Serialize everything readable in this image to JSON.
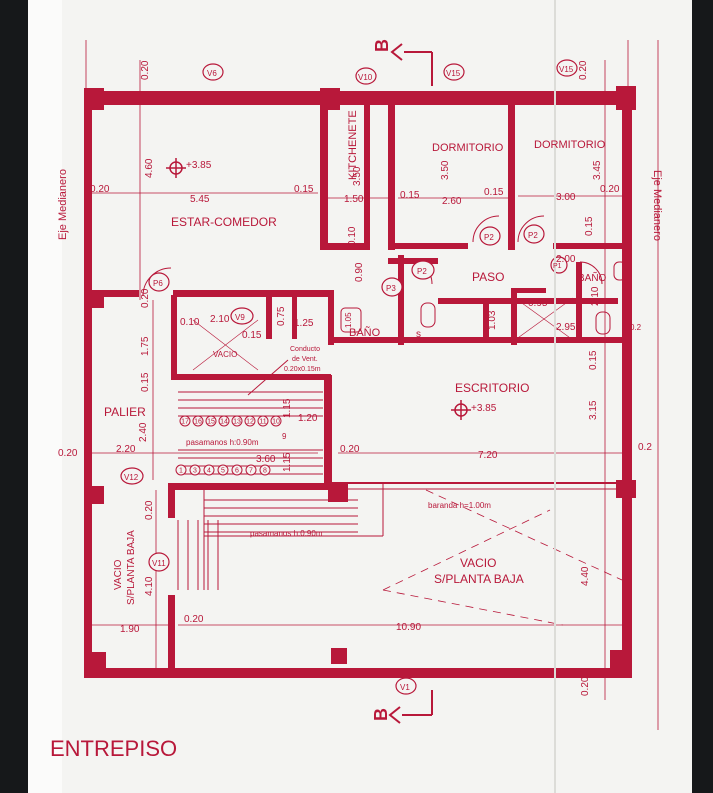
{
  "title": "ENTREPISO",
  "colors": {
    "ink": "#b8183a",
    "paper": "#f4f4f2",
    "frame": "#16181a"
  },
  "axis_labels": {
    "left": "Eje Medianero",
    "right": "Eje Medianero"
  },
  "section_marker": {
    "letter": "B"
  },
  "column_tags": {
    "v6": "V6",
    "v10": "V10",
    "v15": "V15",
    "v15b": "V15",
    "v9": "V9",
    "v12": "V12",
    "v11": "V11",
    "v1": "V1"
  },
  "door_tags": {
    "p6": "P6",
    "p3": "P3",
    "p2a": "P2",
    "p2b": "P2",
    "p2c": "P2",
    "p1": "P1"
  },
  "rooms": {
    "estar": "ESTAR-COMEDOR",
    "kitchenete": "KITCHENETE",
    "dorm1": "DORMITORIO",
    "dorm2": "DORMITORIO",
    "paso": "PASO",
    "bano1": "BAÑO",
    "bano2": "BAÑO",
    "vacio_small": "VACIO",
    "conducto": "Conducto",
    "conducto2": "de Vent.",
    "conducto3": "0.20x0.15m",
    "palier": "PALIER",
    "escritorio": "ESCRITORIO",
    "vacio_pb_left1": "VACIO",
    "vacio_pb_left2": "S/PLANTA BAJA",
    "vacio_pb_right1": "VACIO",
    "vacio_pb_right2": "S/PLANTA BAJA"
  },
  "levels": {
    "estar": "+3.85",
    "escritorio": "+3.85"
  },
  "notes": {
    "pasamanos1": "pasamanos h:0.90m",
    "pasamanos2": "pasamanos h:0.90m",
    "baranda": "baranda h=1.00m",
    "s": "s"
  },
  "dims": {
    "d020_top": "0.20",
    "d460": "4.60",
    "d020_a": "0.20",
    "d545": "5.45",
    "d015_a": "0.15",
    "d350_k": "3.50",
    "d150": "1.50",
    "d350_d": "3.50",
    "d015_b": "0.15",
    "d260": "2.60",
    "d015_c": "0.15",
    "d345": "3.45",
    "d300": "3.00",
    "d020_b": "0.20",
    "d020_c": "0.20",
    "d010": "0.10",
    "d090": "0.90",
    "d015_d": "0.15",
    "d200": "2.00",
    "d210": "2.10",
    "d095": "0.95",
    "d295": "2.95",
    "d02": "0.2",
    "d020_d": "0.20",
    "d010_b": "0.10",
    "d210_b": "2.10",
    "d075": "0.75",
    "d125": "1.25",
    "d015_e": "0.15",
    "d105": "1.05",
    "d103": "1.03",
    "d175": "1.75",
    "d015_f": "0.15",
    "d240": "2.40",
    "d220": "2.20",
    "d360": "3.60",
    "d115_a": "1.15",
    "d120": "1.20",
    "d115_b": "1.15",
    "d020_e": "0.20",
    "d720": "7.20",
    "d015_g": "0.15",
    "d315": "3.15",
    "d020_f": "0.20",
    "d02b": "0.2",
    "d020_g": "0.20",
    "d410": "4.10",
    "d190": "1.90",
    "d020_h": "0.20",
    "d1090": "10.90",
    "d440": "4.40",
    "d020_i": "0.20"
  },
  "steps": {
    "upper": [
      "17",
      "16",
      "15",
      "14",
      "13",
      "12",
      "11",
      "10"
    ],
    "mid": "9",
    "lower": [
      "1",
      "3",
      "4",
      "5",
      "6",
      "7",
      "8"
    ]
  }
}
